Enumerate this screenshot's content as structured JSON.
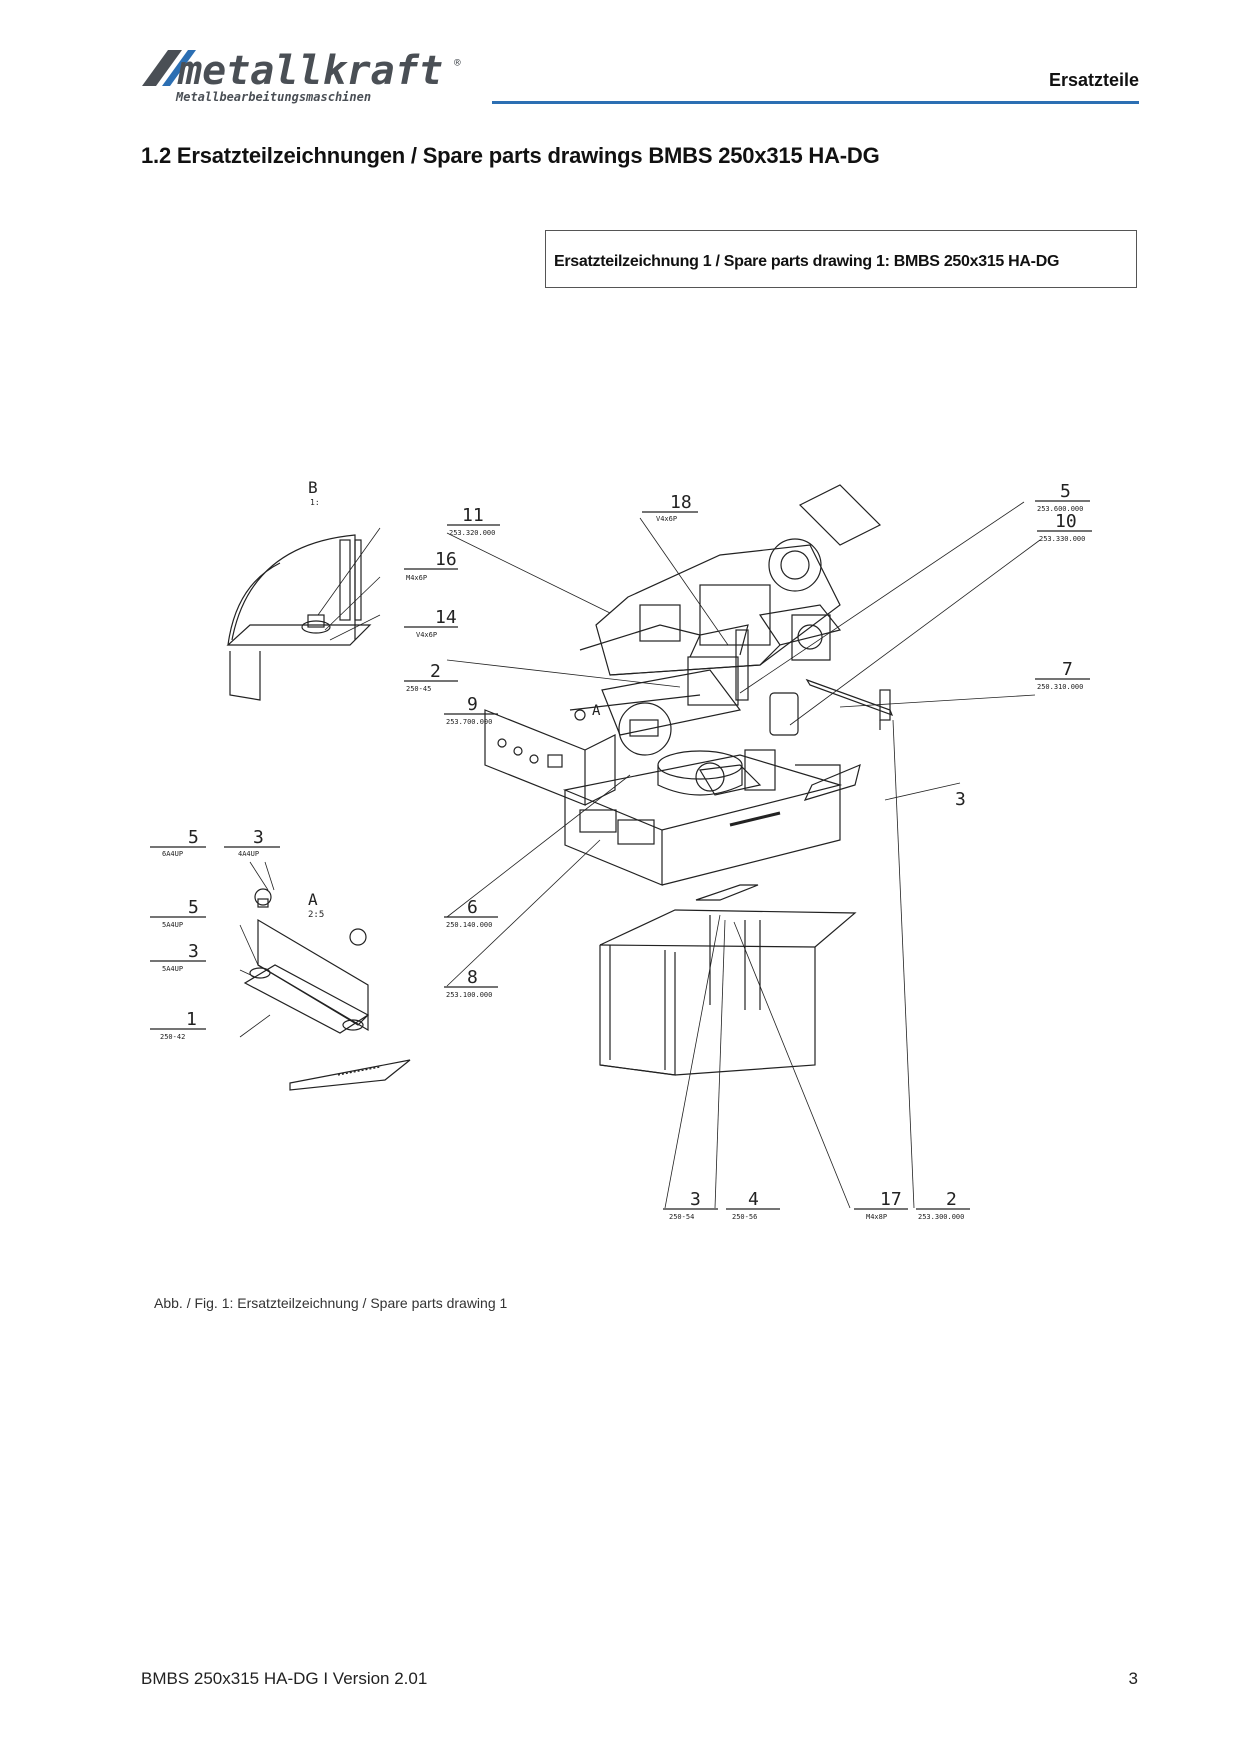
{
  "header": {
    "brand_name": "metallkraft",
    "brand_registered": "®",
    "brand_tagline": "Metallbearbeitungsmaschinen",
    "section": "Ersatzteile"
  },
  "page_title": "1.2 Ersatzteilzeichnungen / Spare parts drawings BMBS 250x315 HA-DG",
  "drawing_box_label": "Ersatzteilzeichnung 1 / Spare parts drawing 1: BMBS 250x315 HA-DG",
  "figure": {
    "detail_B": {
      "letter": "B",
      "scale": "1:"
    },
    "detail_A": {
      "letter": "A",
      "scale": "2:5"
    },
    "main_view_letter": "A",
    "callouts": [
      {
        "num": "16",
        "code": "M4x6P"
      },
      {
        "num": "14",
        "code": "V4x6P"
      },
      {
        "num": "2",
        "code": "250-45"
      },
      {
        "num": "11",
        "code": "253.320.000"
      },
      {
        "num": "18",
        "code": "V4x6P"
      },
      {
        "num": "9",
        "code": "253.700.000"
      },
      {
        "num": "5",
        "code": "253.600.000"
      },
      {
        "num": "10",
        "code": "253.330.000"
      },
      {
        "num": "7",
        "code": "250.310.000"
      },
      {
        "num": "3",
        "code": ""
      },
      {
        "num": "6",
        "code": "250.140.000"
      },
      {
        "num": "8",
        "code": "253.100.000"
      },
      {
        "num": "5",
        "code": "6A4UP"
      },
      {
        "num": "3",
        "code": "4A4UP"
      },
      {
        "num": "5",
        "code": "5A4UP"
      },
      {
        "num": "3",
        "code": "5A4UP"
      },
      {
        "num": "1",
        "code": "250-42"
      },
      {
        "num": "3",
        "code": "250-54"
      },
      {
        "num": "4",
        "code": "250-56"
      },
      {
        "num": "17",
        "code": "M4x8P"
      },
      {
        "num": "2",
        "code": "253.300.000"
      }
    ]
  },
  "caption": "Abb. / Fig. 1: Ersatzteilzeichnung / Spare parts drawing 1",
  "footer": {
    "left": "BMBS 250x315 HA-DG I Version 2.01",
    "page_number": "3"
  },
  "colors": {
    "brand_blue": "#2c6fb3",
    "logo_gray": "#4a4f55"
  }
}
